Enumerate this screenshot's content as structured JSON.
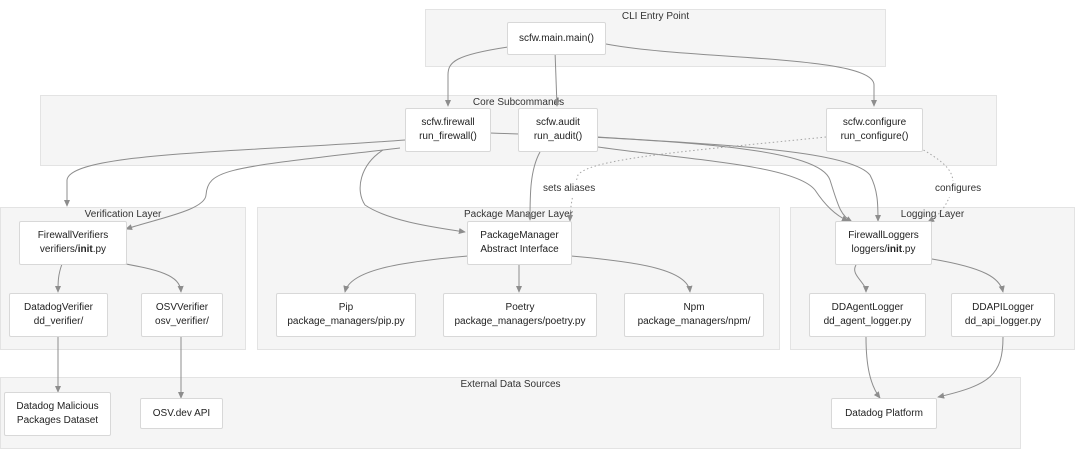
{
  "groups": {
    "cli": "CLI Entry Point",
    "core": "Core Subcommands",
    "verification": "Verification Layer",
    "package_manager": "Package Manager Layer",
    "logging": "Logging Layer",
    "external": "External Data Sources"
  },
  "nodes": {
    "main": {
      "line1": "scfw.main.main()"
    },
    "firewall": {
      "line1": "scfw.firewall",
      "line2": "run_firewall()"
    },
    "audit": {
      "line1": "scfw.audit",
      "line2": "run_audit()"
    },
    "configure": {
      "line1": "scfw.configure",
      "line2": "run_configure()"
    },
    "firewall_verifiers": {
      "line1": "FirewallVerifiers",
      "line2_pre": "verifiers/",
      "line2_bold": "init",
      "line2_post": ".py"
    },
    "datadog_verifier": {
      "line1": "DatadogVerifier",
      "line2": "dd_verifier/"
    },
    "osv_verifier": {
      "line1": "OSVVerifier",
      "line2": "osv_verifier/"
    },
    "package_manager": {
      "line1": "PackageManager",
      "line2": "Abstract Interface"
    },
    "pip": {
      "line1": "Pip",
      "line2": "package_managers/pip.py"
    },
    "poetry": {
      "line1": "Poetry",
      "line2": "package_managers/poetry.py"
    },
    "npm": {
      "line1": "Npm",
      "line2": "package_managers/npm/"
    },
    "firewall_loggers": {
      "line1": "FirewallLoggers",
      "line2_pre": "loggers/",
      "line2_bold": "init",
      "line2_post": ".py"
    },
    "dd_agent_logger": {
      "line1": "DDAgentLogger",
      "line2": "dd_agent_logger.py"
    },
    "dd_api_logger": {
      "line1": "DDAPILogger",
      "line2": "dd_api_logger.py"
    },
    "datadog_dataset": {
      "line1": "Datadog Malicious",
      "line2": "Packages Dataset"
    },
    "osv_api": {
      "line1": "OSV.dev API"
    },
    "datadog_platform": {
      "line1": "Datadog Platform"
    }
  },
  "edge_labels": {
    "sets_aliases": "sets aliases",
    "configures": "configures"
  }
}
